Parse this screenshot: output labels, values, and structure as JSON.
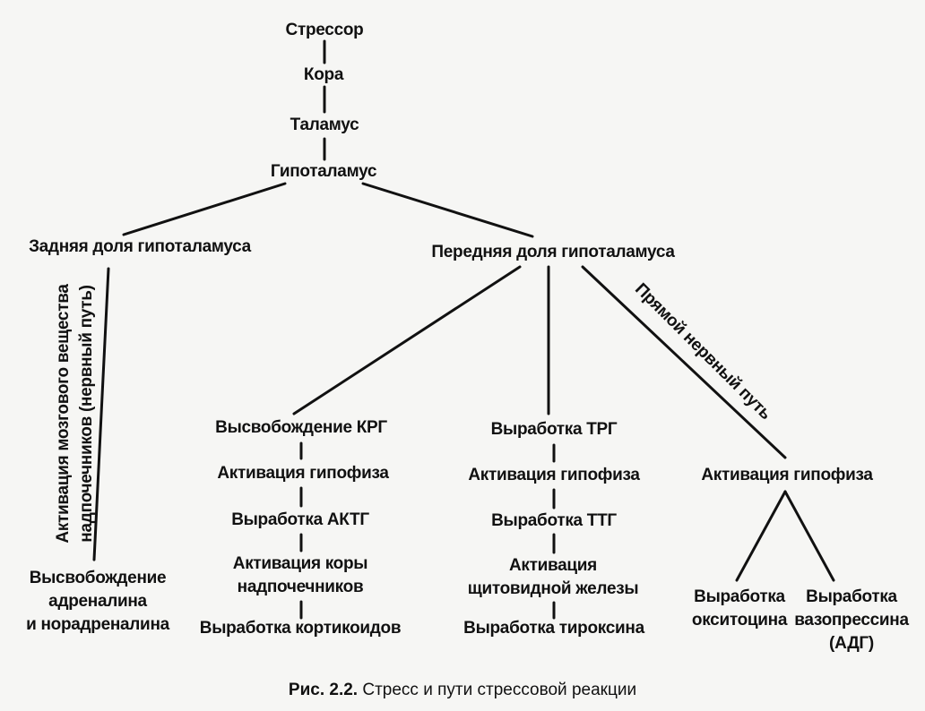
{
  "nodes": {
    "stressor": "Стрессор",
    "cortex": "Кора",
    "thalamus": "Таламус",
    "hypothalamus": "Гипоталамус",
    "posterior_lobe": "Задняя доля гипоталамуса",
    "anterior_lobe": "Передняя доля гипоталамуса",
    "adrenal_medulla_path": "Активация мозгового вещества\nнадпочечников (нервный путь)",
    "adrenaline_release": "Высвобождение\nадреналина\nи норадреналина",
    "direct_nerve_path": "Прямой нервный путь",
    "crh_release": "Высвобождение КРГ",
    "pituitary_activation_1": "Активация гипофиза",
    "acth_production": "Выработка АКТГ",
    "adrenal_cortex_activation": "Активация коры\nнадпочечников",
    "corticoid_production": "Выработка кортикоидов",
    "trh_production": "Выработка ТРГ",
    "pituitary_activation_2": "Активация гипофиза",
    "tsh_production": "Выработка ТТГ",
    "thyroid_activation": "Активация\nщитовидной железы",
    "thyroxine_production": "Выработка тироксина",
    "pituitary_activation_3": "Активация гипофиза",
    "oxytocin_production": "Выработка\nокситоцина",
    "vasopressin_production": "Выработка\nвазопрессина\n(АДГ)"
  },
  "caption": {
    "label": "Рис. 2.2.",
    "text": "Стресс и пути стрессовой реакции"
  }
}
